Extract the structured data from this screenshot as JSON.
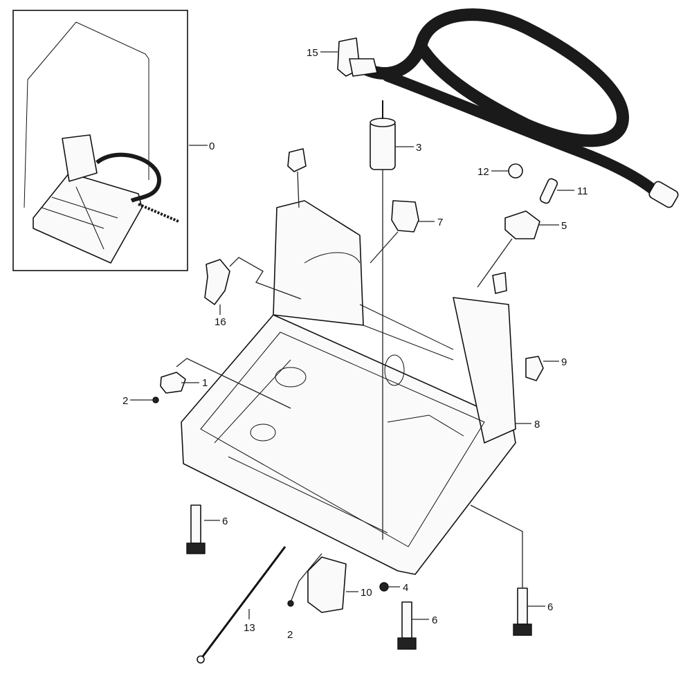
{
  "callouts": {
    "c0": "0",
    "c1": "1",
    "c2a": "2",
    "c2b": "2",
    "c3": "3",
    "c4": "4",
    "c5": "5",
    "c6a": "6",
    "c6b": "6",
    "c6c": "6",
    "c7": "7",
    "c8": "8",
    "c9": "9",
    "c10": "10",
    "c11": "11",
    "c12": "12",
    "c13": "13",
    "c15": "15",
    "c16": "16"
  },
  "colors": {
    "line": "#111111",
    "background": "#ffffff",
    "hose": "#1a1a1a"
  }
}
